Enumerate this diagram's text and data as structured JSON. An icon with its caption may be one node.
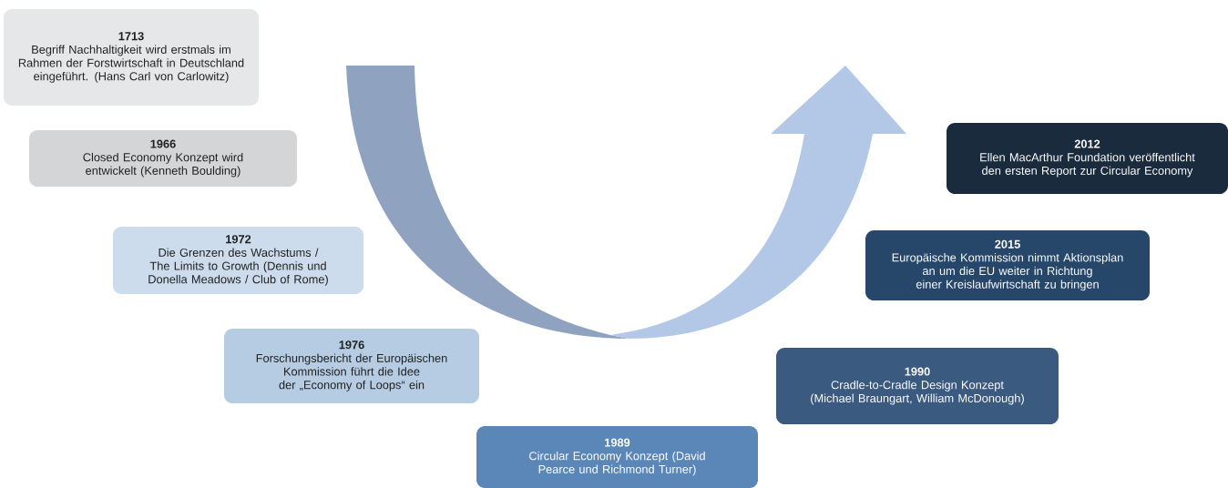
{
  "diagram": {
    "nodes": [
      {
        "text": [
          "1713",
          "Begriff Nachhaltigkeit wird erstmals im Rahmen der Forstwirtschaft in Deutschland eingeführt. (Hans Carl von Carlowitz)"
        ]
      },
      {
        "text": [
          "1966",
          "Closed Economy Konzept wird entwickelt (Kenneth Boulding)"
        ]
      },
      {
        "text": [
          "1972",
          "Die Grenzen des Wachstums / The Limits to Growth (Dennis und Donella Meadows / Club of Rome)"
        ]
      },
      {
        "text": [
          "1976",
          "Forschungsbericht der Europäischen Kommission führt die Idee der „Economy of Loops“ ein"
        ]
      },
      {
        "text": [
          "1989",
          "Circular Economy Konzept (David Pearce und Richmond Turner)"
        ]
      },
      {
        "text": [
          "1990",
          "Cradle-to-Cradle Design Konzept (Michael Braungart, William McDonough)"
        ]
      },
      {
        "text": [
          "2012",
          "Ellen MacArthur Foundation veröffentlicht den ersten Report zur Circular Economy"
        ]
      },
      {
        "text": [
          "2015",
          "Europäische Kommission nimmt Aktionsplan an um die EU weiter in Richtung einer Kreislaufwirtschaft zu bringen"
        ]
      }
    ]
  }
}
